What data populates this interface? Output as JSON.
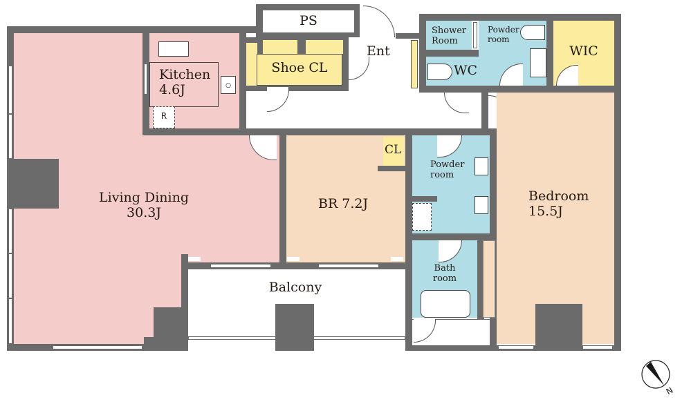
{
  "plan": {
    "colors": {
      "wall": "#6b6b6b",
      "living": "#f4cdcb",
      "bedroom": "#f8dcc2",
      "wet_area": "#b1dde6",
      "storage": "#fbed9d",
      "corridor": "#ffffff"
    },
    "rooms": {
      "living_dining": {
        "name": "Living Dining",
        "size": "30.3J"
      },
      "kitchen": {
        "name": "Kitchen",
        "size": "4.6J",
        "fridge": "R"
      },
      "ps": {
        "name": "PS"
      },
      "shoe_cl": {
        "name": "Shoe CL"
      },
      "entrance": {
        "name": "Ent"
      },
      "shower_room": {
        "name_line1": "Shower",
        "name_line2": "Room"
      },
      "powder_room_1": {
        "name_line1": "Powder",
        "name_line2": "room"
      },
      "wc": {
        "name": "WC"
      },
      "wic": {
        "name": "WIC"
      },
      "br": {
        "name": "BR 7.2J"
      },
      "cl": {
        "name": "CL"
      },
      "powder_room_2": {
        "name_line1": "Powder",
        "name_line2": "room"
      },
      "bath_room": {
        "name_line1": "Bath",
        "name_line2": "room"
      },
      "bedroom": {
        "name": "Bedroom",
        "size": "15.5J"
      },
      "balcony": {
        "name": "Balcony"
      }
    },
    "compass": {
      "label": "N"
    }
  }
}
